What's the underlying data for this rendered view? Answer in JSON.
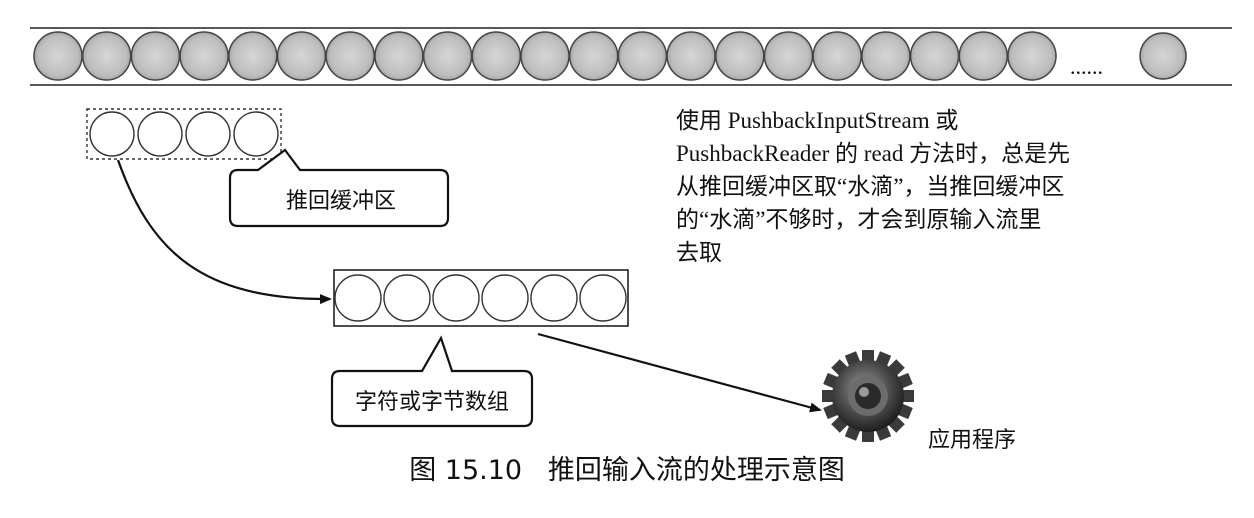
{
  "stream": {
    "ellipsis": "......"
  },
  "callouts": {
    "pushback_buffer": "推回缓冲区",
    "char_byte_array": "字符或字节数组"
  },
  "application_label": "应用程序",
  "description": {
    "lines": [
      "使用 PushbackInputStream 或",
      "PushbackReader 的 read 方法时，总是先",
      "从推回缓冲区取“水滴”，当推回缓冲区",
      "的“水滴”不够时，才会到原输入流里",
      "去取"
    ]
  },
  "caption": "图 15.10   推回输入流的处理示意图",
  "icons": {
    "application": "gear-icon"
  }
}
